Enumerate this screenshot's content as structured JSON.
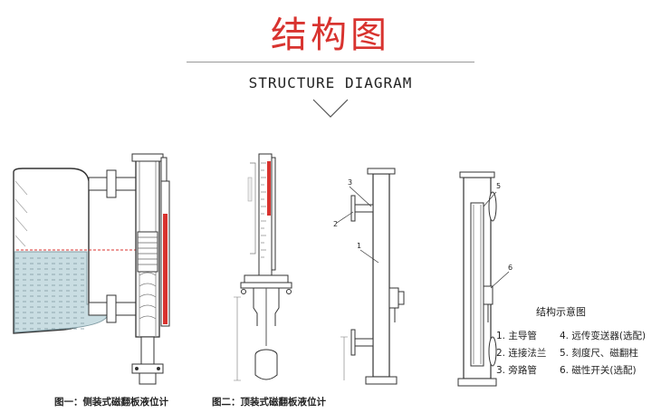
{
  "header": {
    "title_cn": "结构图",
    "title_en": "STRUCTURE DIAGRAM"
  },
  "captions": {
    "fig1": "图一：侧装式磁翻板液位计",
    "fig2": "图二：顶装式磁翻板液位计"
  },
  "legend": {
    "title": "结构示意图",
    "items": [
      "1. 主导管",
      "2. 连接法兰",
      "3. 旁路管",
      "4. 远传变送器(选配)",
      "5. 刻度尺、磁翻柱",
      "6. 磁性开关(选配)"
    ]
  },
  "part_numbers": [
    "3",
    "2",
    "1",
    "5",
    "6"
  ],
  "colors": {
    "title_red": "#d8332f",
    "liquid": "#c9dde2",
    "level_line": "#d8332f",
    "indicator_red": "#d8332f"
  }
}
